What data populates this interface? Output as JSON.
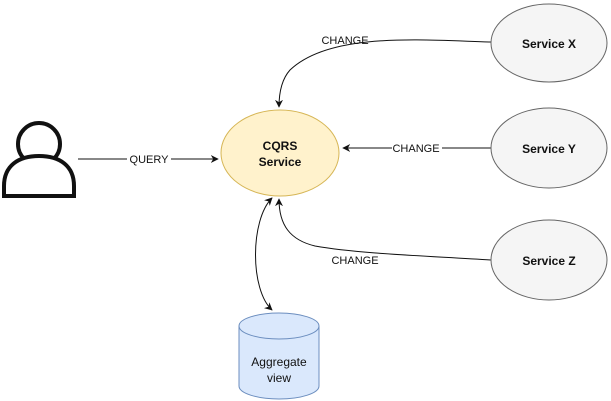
{
  "nodes": {
    "user": {
      "icon": "user-icon"
    },
    "cqrs": {
      "line1": "CQRS",
      "line2": "Service",
      "fill": "#fff2cc",
      "stroke": "#d6b656"
    },
    "service_x": {
      "label": "Service X",
      "fill": "#f5f5f5",
      "stroke": "#666666"
    },
    "service_y": {
      "label": "Service Y",
      "fill": "#f5f5f5",
      "stroke": "#666666"
    },
    "service_z": {
      "label": "Service Z",
      "fill": "#f5f5f5",
      "stroke": "#666666"
    },
    "aggregate_view": {
      "line1": "Aggregate",
      "line2": "view",
      "fill": "#dae8fc",
      "stroke": "#6c8ebf",
      "icon": "database-cylinder-icon"
    }
  },
  "edges": {
    "query": {
      "label": "QUERY"
    },
    "change_x": {
      "label": "CHANGE"
    },
    "change_y": {
      "label": "CHANGE"
    },
    "change_z": {
      "label": "CHANGE"
    }
  }
}
